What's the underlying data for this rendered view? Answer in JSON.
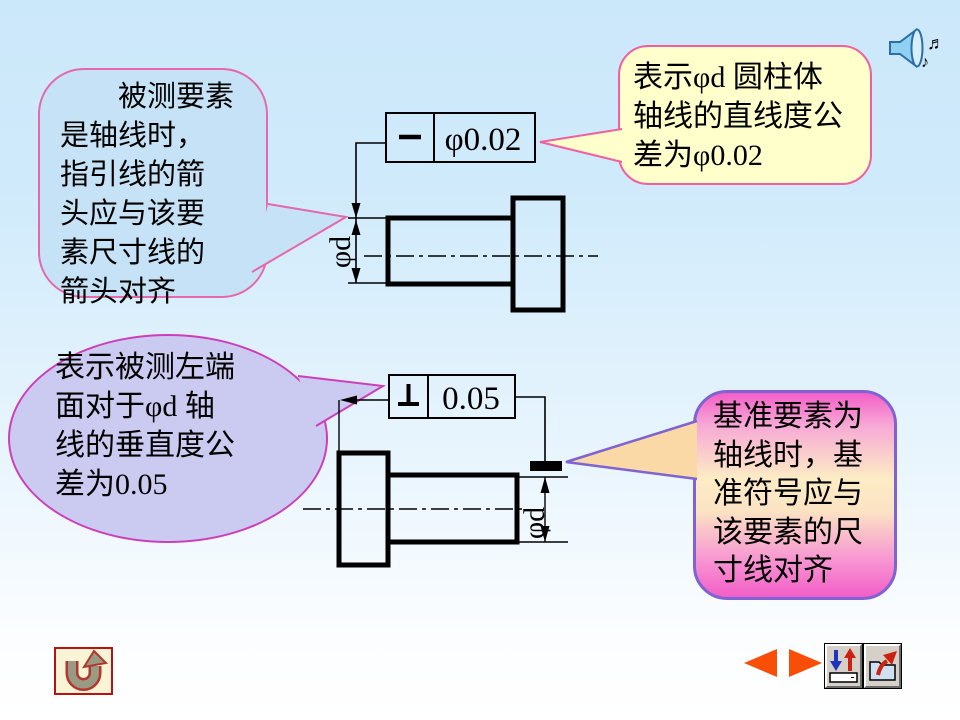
{
  "slide": {
    "bg_top_color": "#cbe8fa",
    "bg_bottom_color": "#ffffff"
  },
  "callouts": {
    "measured_element": {
      "lines": [
        "　　被测要素",
        "是轴线时，",
        "指引线的箭",
        "头应与该要",
        "素尺寸线的",
        "箭头对齐"
      ],
      "fill": "#c6e2f6",
      "border": "#e668ac"
    },
    "straightness_note": {
      "lines": [
        "表示φd 圆柱体",
        "轴线的直线度公",
        "差为φ0.02"
      ],
      "fill": "#ffffcb",
      "border": "#f15fa0"
    },
    "perpendicular_note": {
      "lines": [
        "表示被测左端",
        "面对于φd 轴",
        "线的垂直度公",
        "差为0.05"
      ],
      "fill": "#cbcbf1",
      "border": "#cc3fb8"
    },
    "datum_note": {
      "lines": [
        "基准要素为",
        "轴线时，基",
        "准符号应与",
        "该要素的尺",
        "寸线对齐"
      ],
      "fill_gradient": [
        "#f25ec7",
        "#fcecc4",
        "#f25ec7"
      ],
      "border": "#7f63d2"
    }
  },
  "drawings": {
    "top": {
      "type": "straightness",
      "symbol": "—",
      "tolerance": "φ0.02",
      "dim_label": "φd"
    },
    "bottom": {
      "type": "perpendicularity",
      "symbol": "⊥",
      "tolerance": "0.05",
      "dim_label": "φd"
    }
  },
  "icons": {
    "audio": "speaker-with-music-notes",
    "return": "u-turn-arrow",
    "prev": "left-triangle",
    "next": "right-triangle",
    "nav_arrow_color": "#f84e08",
    "pages_button": "up-down-arrows-over-box",
    "exit_button": "folder-with-red-arrow"
  }
}
